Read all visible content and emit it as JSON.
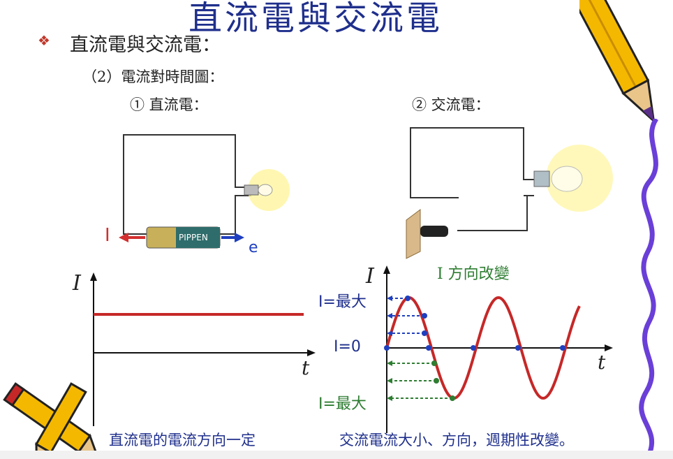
{
  "slide": {
    "title": "直流電與交流電",
    "bullet_heading": "直流電與交流電：",
    "sub_heading": "（2）電流對時間圖：",
    "dc_label": "① 直流電：",
    "ac_label": "② 交流電：",
    "ac_direction_note": "I 方向改變",
    "dc_caption": "直流電的電流方向一定",
    "ac_caption": "交流電流大小、方向，週期性改變。"
  },
  "circuit": {
    "current_symbol": "I",
    "electron_symbol": "e",
    "battery_brand": "PIPPEN"
  },
  "dc_graph": {
    "y_axis": "I",
    "x_axis": "t"
  },
  "ac_graph": {
    "y_axis": "I",
    "x_axis": "t",
    "max_label_top": "I=最大",
    "zero_label": "I=0",
    "max_label_bottom": "I=最大"
  },
  "colors": {
    "title_blue": "#1f2f8c",
    "curve_red": "#c62828",
    "arrow_blue": "#1f3fbf",
    "arrow_green": "#2e7d32",
    "lamp_glow": "#fff59d"
  }
}
